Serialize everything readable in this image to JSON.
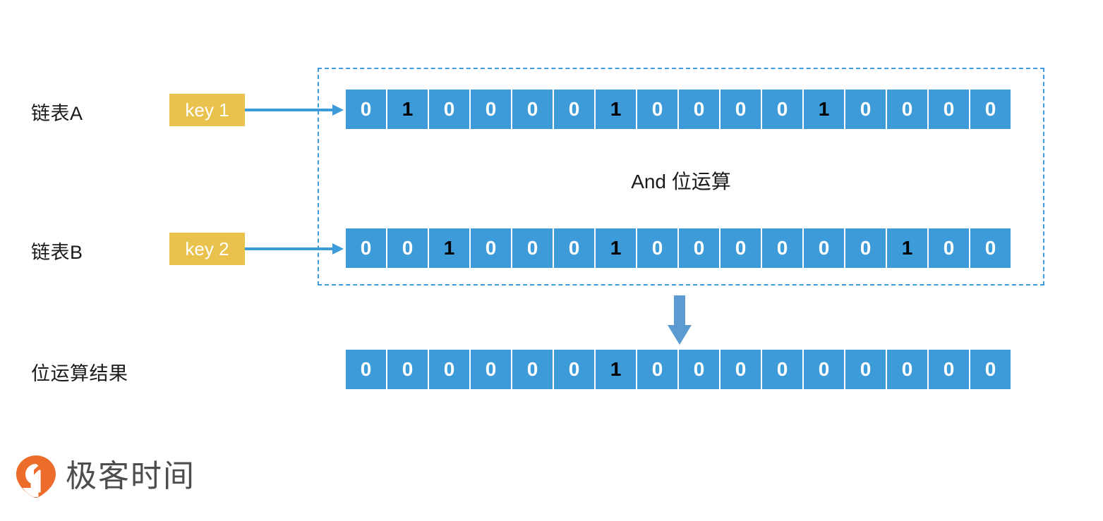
{
  "rows": {
    "a": {
      "label": "链表A",
      "key_label": "key 1",
      "bits": [
        0,
        1,
        0,
        0,
        0,
        0,
        1,
        0,
        0,
        0,
        0,
        1,
        0,
        0,
        0,
        0
      ]
    },
    "b": {
      "label": "链表B",
      "key_label": "key 2",
      "bits": [
        0,
        0,
        1,
        0,
        0,
        0,
        1,
        0,
        0,
        0,
        0,
        0,
        0,
        1,
        0,
        0
      ]
    },
    "result": {
      "label": "位运算结果",
      "bits": [
        0,
        0,
        0,
        0,
        0,
        0,
        1,
        0,
        0,
        0,
        0,
        0,
        0,
        0,
        0,
        0
      ]
    }
  },
  "operation": {
    "caption": "And 位运算"
  },
  "brand": {
    "name": "极客时间",
    "mark_icon": "geektime-pin-icon"
  },
  "colors": {
    "bit_cell": "#3d9bd9",
    "bit_zero_text": "#ffffff",
    "bit_one_text": "#000000",
    "key_badge": "#e9c24d",
    "dashed_border": "#3d9bd9",
    "down_arrow": "#5b9bd1",
    "brand_mark": "#ec6c2b",
    "brand_text": "#4d4d4d"
  }
}
